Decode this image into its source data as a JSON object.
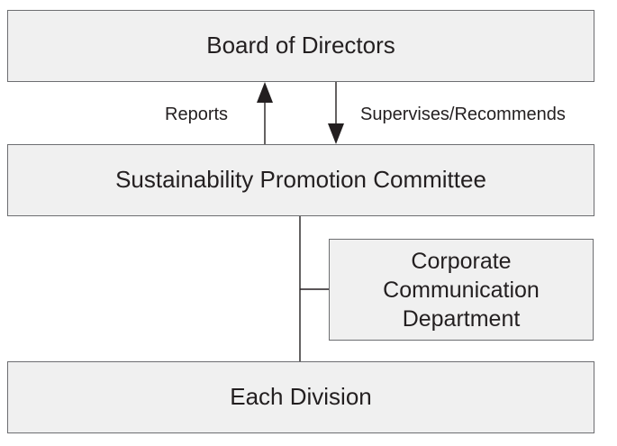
{
  "nodes": {
    "board": {
      "label": "Board of Directors"
    },
    "committee": {
      "label": "Sustainability Promotion Committee"
    },
    "ccd": {
      "label": "Corporate\nCommunication\nDepartment"
    },
    "division": {
      "label": "Each Division"
    }
  },
  "edges": {
    "reports": {
      "label": "Reports",
      "from": "committee",
      "to": "board"
    },
    "supervises": {
      "label": "Supervises/Recommends",
      "from": "board",
      "to": "committee"
    },
    "committee_division": {
      "from": "committee",
      "to": "division"
    },
    "ccd_link": {
      "from": "ccd",
      "to": "committee_division"
    }
  },
  "colors": {
    "box_fill": "#f0f0f0",
    "box_border": "#6d6e71",
    "line": "#231f20",
    "text": "#231f20"
  }
}
